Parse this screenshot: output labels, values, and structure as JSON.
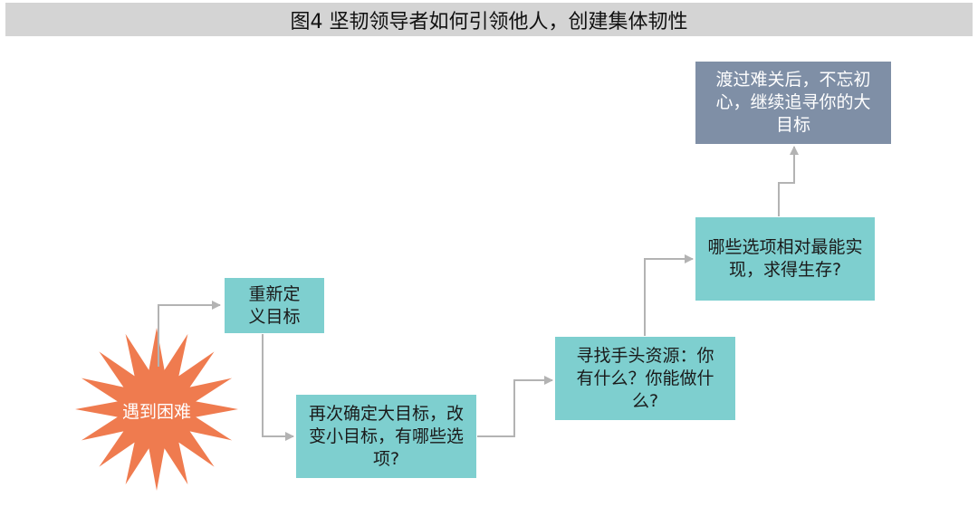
{
  "title": "图4  坚韧领导者如何引领他人，创建集体韧性",
  "colors": {
    "teal": "#7ecfcf",
    "slate": "#7f8fa6",
    "burst": "#ef7b4f",
    "arrow": "#b3b3b3",
    "title_bg": "#d4d4d4"
  },
  "nodes": {
    "start": "遇到困难",
    "redefine": "重新定义目标",
    "reconfirm": "再次确定大目标，改变小目标，有哪些选项?",
    "resources": "寻找手头资源：你有什么？你能做什么?",
    "options": "哪些选项相对最能实现，求得生存?",
    "final": "渡过难关后，不忘初心，继续追寻你的大目标"
  }
}
